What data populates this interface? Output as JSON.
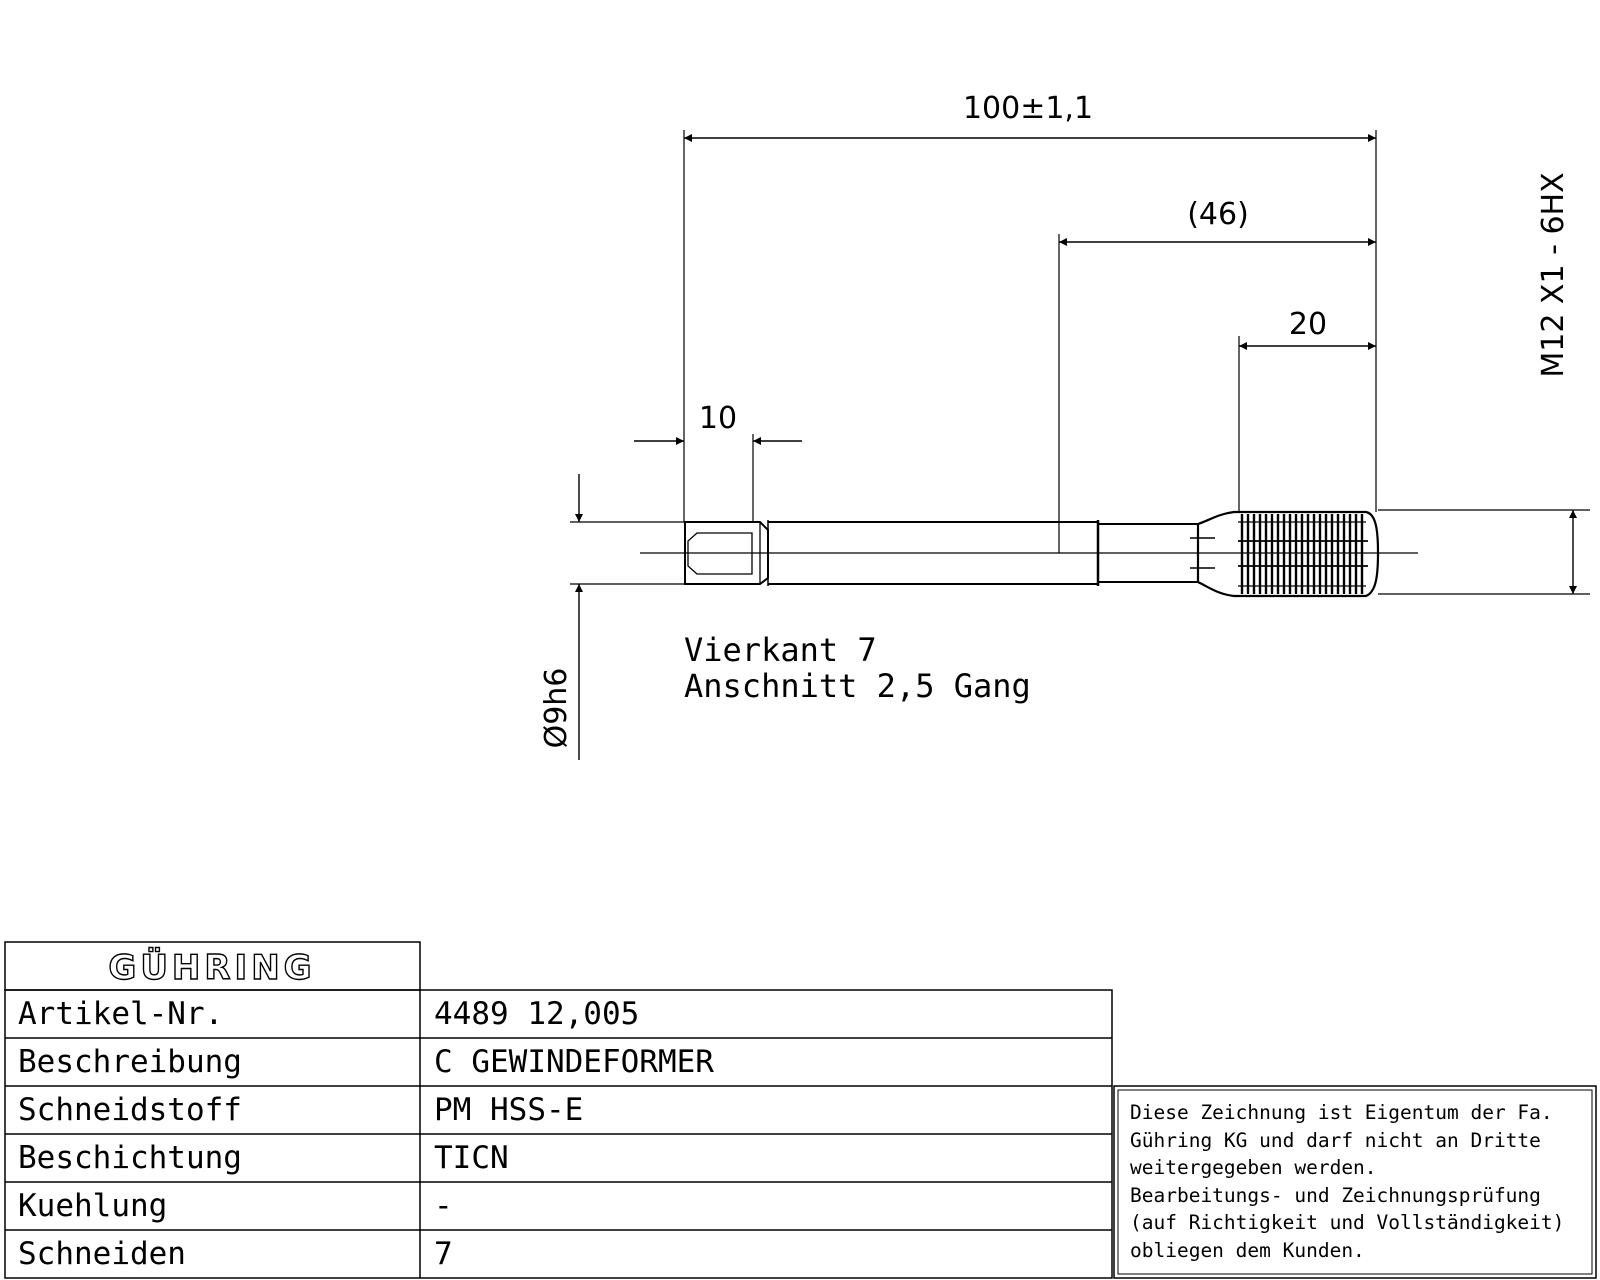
{
  "drawing": {
    "dimensions": {
      "overall_length": "100±1,1",
      "thread_length": "(46)",
      "thread_part": "20",
      "square_length": "10",
      "thread_spec": "M12 X1 - 6HX",
      "shank_diameter": "Ø9h6"
    },
    "notes": [
      "Vierkant 7",
      "Anschnitt 2,5 Gang"
    ]
  },
  "title_block": {
    "logo_text": "GÜHRING",
    "rows": [
      {
        "label": "Artikel-Nr.",
        "value": "4489 12,005"
      },
      {
        "label": "Beschreibung",
        "value": "C GEWINDEFORMER"
      },
      {
        "label": "Schneidstoff",
        "value": "PM HSS-E"
      },
      {
        "label": "Beschichtung",
        "value": "TICN"
      },
      {
        "label": "Kuehlung",
        "value": "-"
      },
      {
        "label": "Schneiden",
        "value": "7"
      }
    ]
  },
  "disclaimer": [
    "Diese Zeichnung ist Eigentum der Fa.",
    "Gühring KG und darf nicht an Dritte",
    "weitergegeben werden.",
    "Bearbeitungs- und Zeichnungsprüfung",
    "(auf Richtigkeit und Vollständigkeit)",
    "obliegen dem Kunden."
  ]
}
